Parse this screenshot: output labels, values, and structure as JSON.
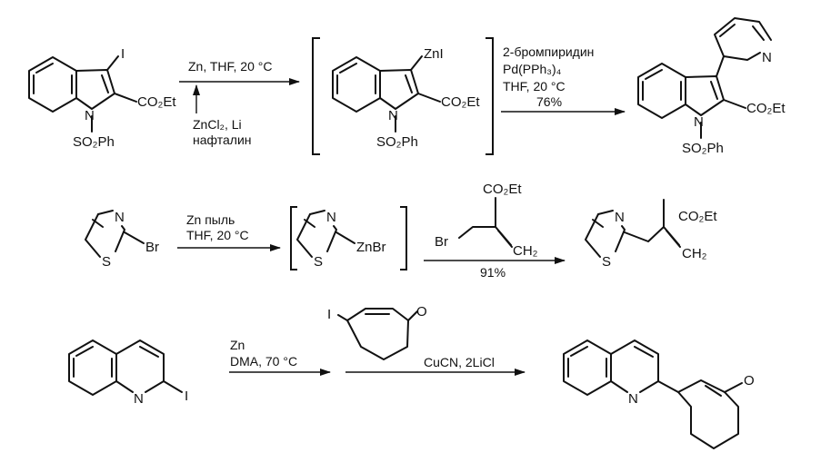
{
  "reaction1": {
    "start": {
      "iodo": "I",
      "ester": "CO₂Et",
      "n": "N",
      "sulfonyl": "SO₂Ph"
    },
    "step1": {
      "reagents": "Zn, THF, 20 °C",
      "activation_line1": "ZnCl₂, Li",
      "activation_line2": "нафталин"
    },
    "intermediate": {
      "metal": "ZnI",
      "ester": "CO₂Et",
      "n": "N",
      "sulfonyl": "SO₂Ph"
    },
    "step2": {
      "line1": "2-бромпиридин",
      "line2": "Pd(PPh₃)₄",
      "line3": "THF, 20 °C",
      "yield": "76%"
    },
    "product": {
      "pyridine_n": "N",
      "ester": "CO₂Et",
      "n": "N",
      "sulfonyl": "SO₂Ph"
    }
  },
  "reaction2": {
    "start": {
      "n": "N",
      "s": "S",
      "br": "Br"
    },
    "step1": {
      "line1": "Zn пыль",
      "line2": "THF, 20 °C"
    },
    "intermediate": {
      "n": "N",
      "s": "S",
      "metal": "ZnBr"
    },
    "reagent": {
      "ester": "CO₂Et",
      "br": "Br",
      "methylene": "CH₂"
    },
    "yield": "91%",
    "product": {
      "n": "N",
      "s": "S",
      "ester": "CO₂Et",
      "methylene": "CH₂"
    }
  },
  "reaction3": {
    "start": {
      "n": "N",
      "iodo": "I"
    },
    "step1": {
      "line1": "Zn",
      "line2": "DMA, 70 °C"
    },
    "reagent": {
      "iodo": "I",
      "oxo": "O"
    },
    "step2": {
      "reagents": "CuCN, 2LiCl"
    },
    "product": {
      "n": "N",
      "oxo": "O"
    }
  }
}
